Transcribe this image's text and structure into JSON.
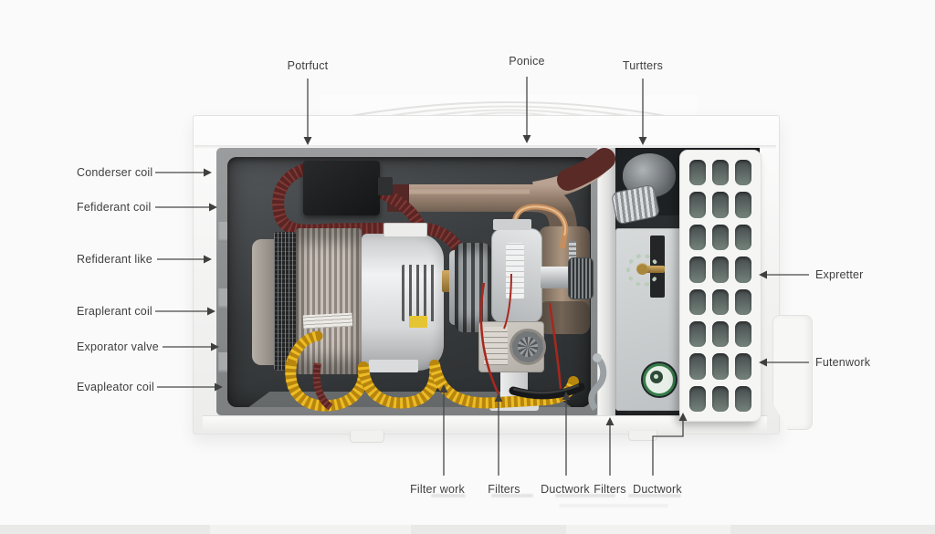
{
  "diagram_subject": "air-conditioner-cutaway",
  "labels": {
    "top": [
      "Potrfuct",
      "Ponice",
      "Turtters"
    ],
    "left": [
      "Conderser coil",
      "Fefiderant coil",
      "Refiderant like",
      "Eraplerant coil",
      "Exporator valve",
      "Evapleator coil"
    ],
    "right": [
      "Expretter",
      "Futenwork"
    ],
    "bottom": [
      "Filter work",
      "Filters",
      "Ductwork",
      "Filters",
      "Ductwork"
    ]
  },
  "palette": {
    "page_background": "#fafafa",
    "label_text": "#3f3f3f",
    "leader_line": "#474747",
    "casing_white": "#f6f6f5",
    "cavity_dark": "#333638",
    "hose_dark_red": "#5c2422",
    "pipe_bronze": "#9b8372",
    "tube_copper": "#c68e5c",
    "hose_yellow": "#d4a31a",
    "wire_red": "#a8271e",
    "gauge_green": "#377d4a",
    "key_brass": "#b08d3e",
    "grille_hole_green": "#75837c"
  }
}
